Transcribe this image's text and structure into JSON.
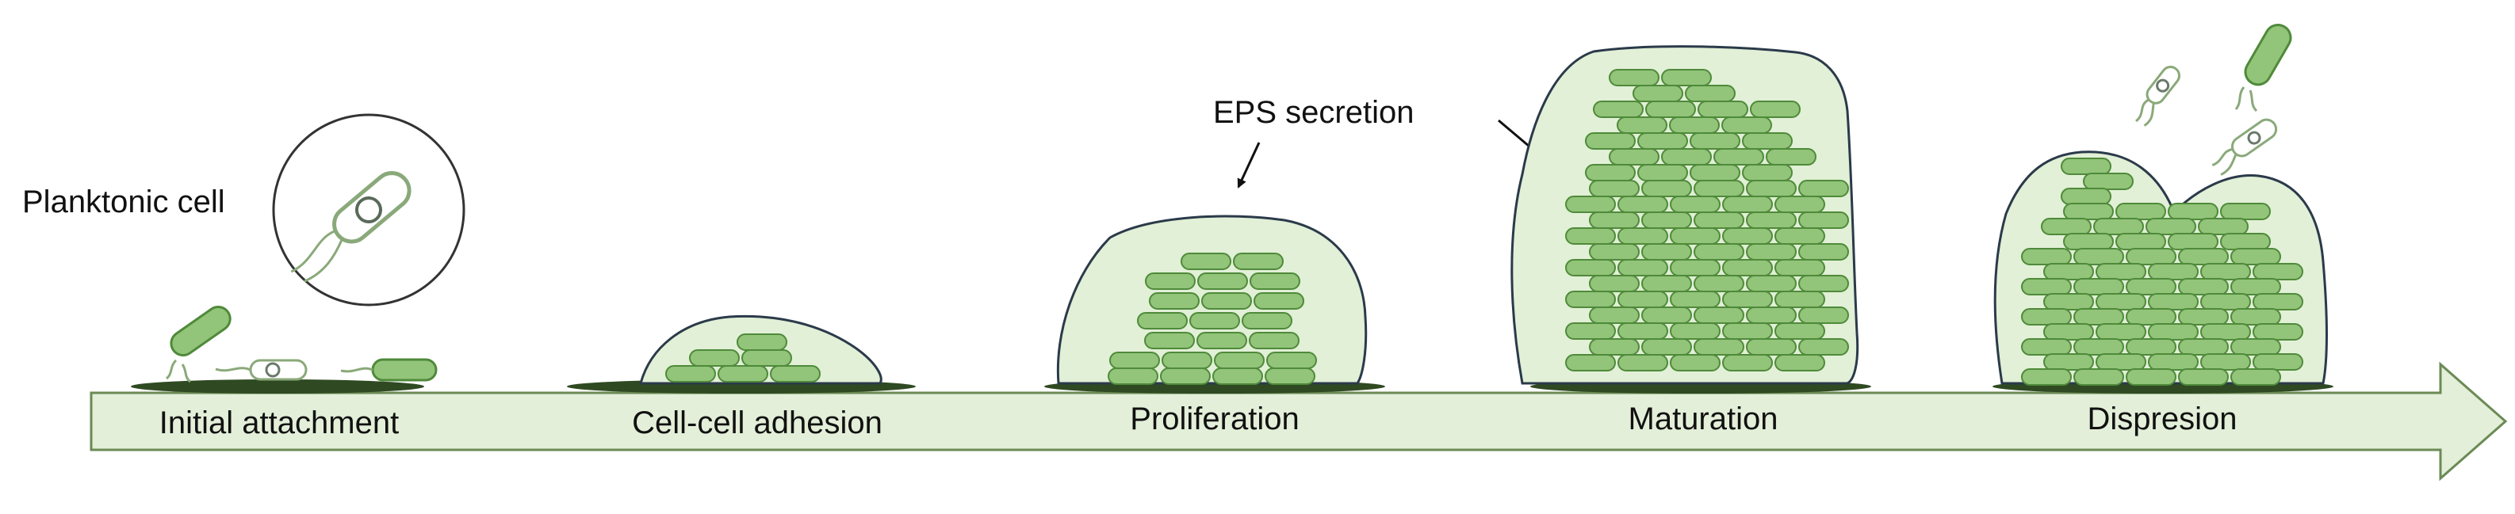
{
  "diagram": {
    "stages": [
      {
        "id": "initial-attachment",
        "label": "Initial attachment"
      },
      {
        "id": "cell-cell-adhesion",
        "label": "Cell-cell  adhesion"
      },
      {
        "id": "proliferation",
        "label": "Proliferation"
      },
      {
        "id": "maturation",
        "label": "Maturation"
      },
      {
        "id": "dispersion",
        "label": "Dispresion"
      }
    ],
    "callouts": {
      "planktonic_cell": "Planktonic cell",
      "eps_secretion": "EPS secretion"
    },
    "colors": {
      "arrow_fill": "#e3efd8",
      "arrow_stroke": "#6b8a55",
      "cell_fill": "#92c47a",
      "cell_stroke": "#4f8a3a",
      "matrix_fill": "#e1f0d6",
      "matrix_stroke": "#2b3a4a",
      "surface_fill": "#2f4a22",
      "planktonic_stroke": "#8aa97a",
      "text": "#111111"
    }
  }
}
